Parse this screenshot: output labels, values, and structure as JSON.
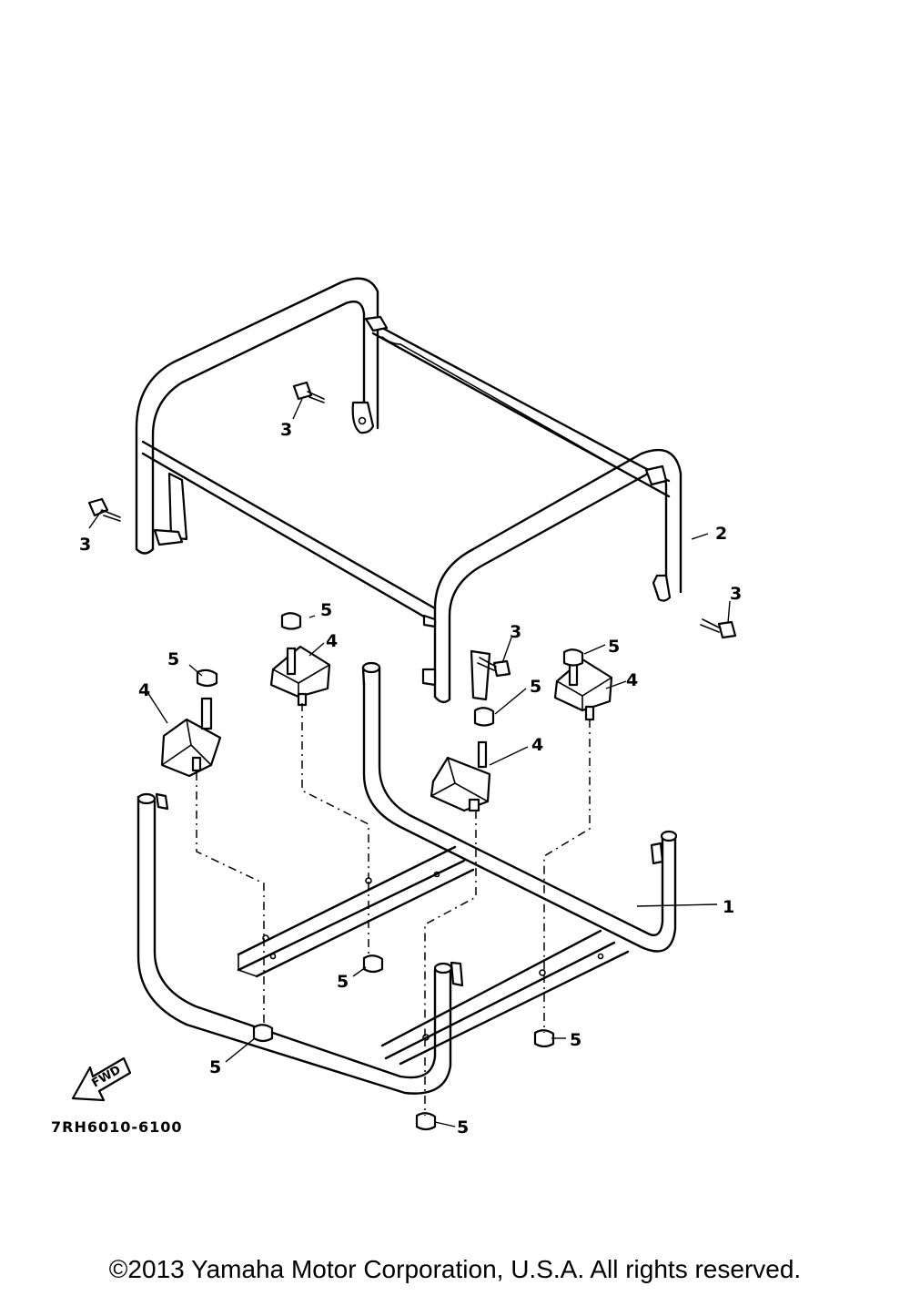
{
  "callouts": {
    "frame_lower": "1",
    "frame_upper": "2",
    "bolt": "3",
    "damper": "4",
    "nut": "5"
  },
  "drawing_code": "7RH6010-6100",
  "fwd_label": "FWD",
  "copyright": "©2013 Yamaha Motor Corporation, U.S.A. All rights reserved."
}
